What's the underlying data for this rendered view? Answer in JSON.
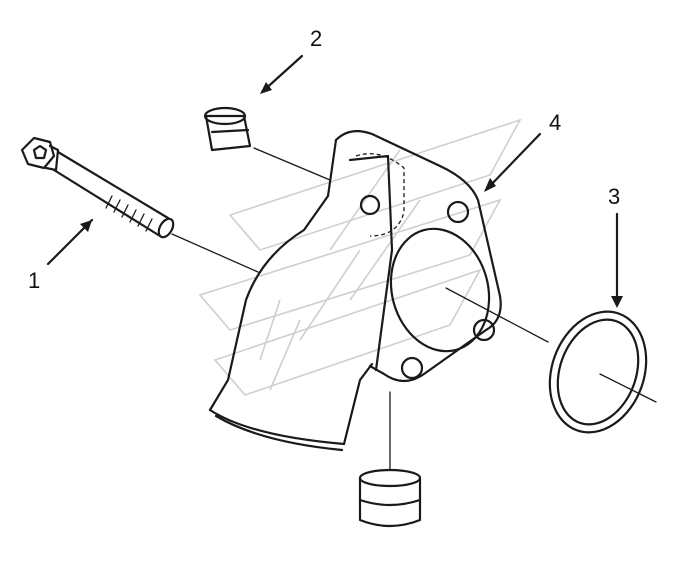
{
  "callouts": {
    "c1": "1",
    "c2": "2",
    "c3": "3",
    "c4": "4"
  },
  "colors": {
    "ink": "#1a1a1a",
    "watermark": "#cfcfcf",
    "background": "#ffffff"
  }
}
